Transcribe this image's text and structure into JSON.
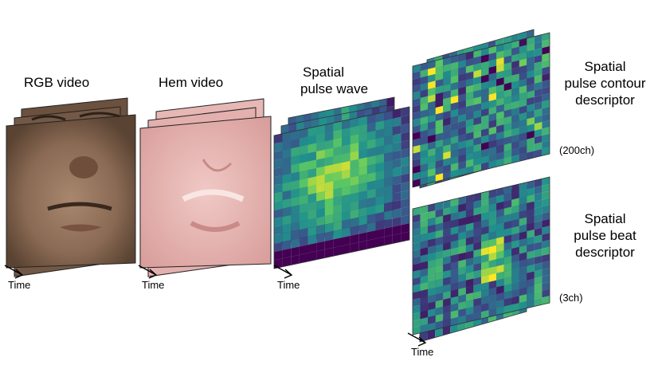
{
  "labels": {
    "rgb": "RGB video",
    "hem": "Hem video",
    "spw_line1": "Spatial",
    "spw_line2": "pulse wave",
    "spcd_line1": "Spatial",
    "spcd_line2": "pulse contour",
    "spcd_line3": "descriptor",
    "spbd_line1": "Spatial",
    "spbd_line2": "pulse beat",
    "spbd_line3": "descriptor",
    "ch200": "(200ch)",
    "ch3": "(3ch)",
    "time": "Time"
  },
  "colors": {
    "skin_dark": "#5a4332",
    "skin_mid": "#8a6a54",
    "skin_light": "#a8876e",
    "hem_base": "#e2aaa8",
    "hem_light": "#f2d0cc",
    "viridis": [
      "#440154",
      "#3b528b",
      "#21908d",
      "#5dc962",
      "#fde725"
    ]
  }
}
